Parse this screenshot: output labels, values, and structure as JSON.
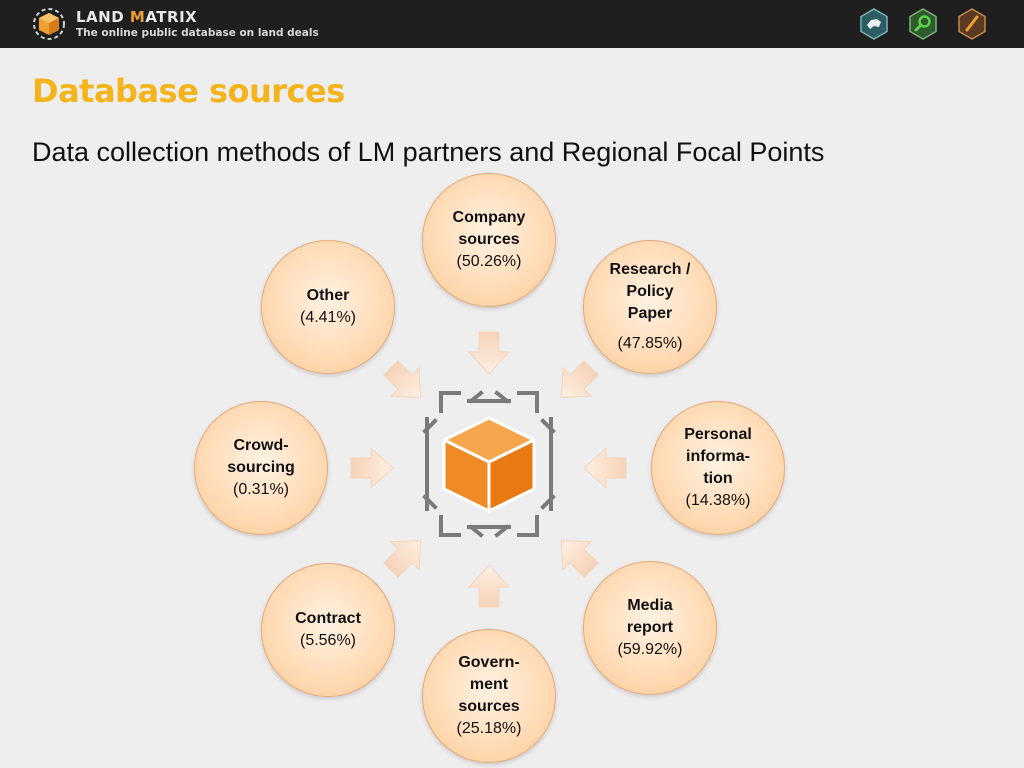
{
  "header": {
    "brand_land": "LAND ",
    "brand_m": "M",
    "brand_rest": "ATRIX",
    "tagline": "The online public database on land deals",
    "icons": [
      "map-region-icon",
      "search-icon",
      "edit-icon"
    ],
    "accent": "#f0a030"
  },
  "slide": {
    "title": "Database sources",
    "subtitle": "Data collection methods of LM partners and Regional Focal Points",
    "title_color": "#f5b41c"
  },
  "center": {
    "icon": "cube-icon",
    "color": "#f08a24"
  },
  "nodes": [
    {
      "label": "Company\nsources",
      "value": "(50.26%)"
    },
    {
      "label": "Research /\nPolicy\nPaper",
      "value": "(47.85%)"
    },
    {
      "label": "Personal\ninforma-\ntion",
      "value": "(14.38%)"
    },
    {
      "label": "Media\nreport",
      "value": "(59.92%)"
    },
    {
      "label": "Govern-\nment\nsources",
      "value": "(25.18%)"
    },
    {
      "label": "Contract",
      "value": "(5.56%)"
    },
    {
      "label": "Crowd-\nsourcing",
      "value": "(0.31%)"
    },
    {
      "label": "Other",
      "value": "(4.41%)"
    }
  ]
}
